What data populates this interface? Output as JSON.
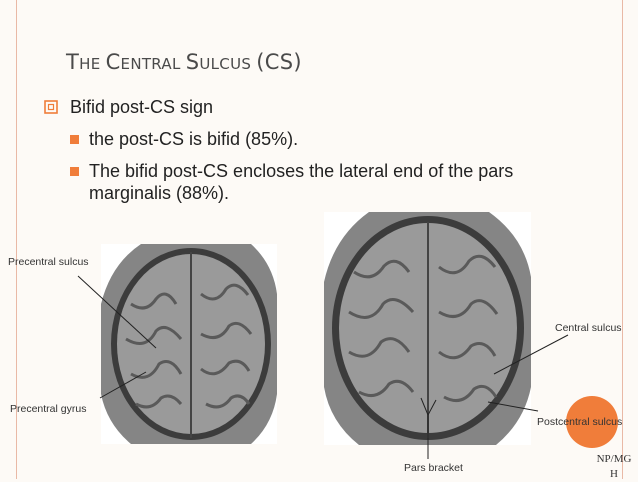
{
  "slide": {
    "title_parts": [
      {
        "text": "T",
        "small": false
      },
      {
        "text": "HE ",
        "small": true
      },
      {
        "text": "C",
        "small": false
      },
      {
        "text": "ENTRAL ",
        "small": true
      },
      {
        "text": "S",
        "small": false
      },
      {
        "text": "ULCUS ",
        "small": true
      },
      {
        "text": "(CS)",
        "small": false
      }
    ],
    "bullets": {
      "level1": "Bifid post-CS sign",
      "level2_a": "the post-CS is bifid (85%).",
      "level2_b": "The bifid post-CS encloses the lateral end of the pars marginalis (88%)."
    },
    "labels": {
      "precentral_sulcus": "Precentral sulcus",
      "precentral_gyrus": "Precentral gyrus",
      "central_sulcus": "Central sulcus",
      "postcentral_sulcus": "Postcentral sulcus",
      "pars_bracket": "Pars bracket"
    },
    "watermark": "NP/MGH",
    "colors": {
      "accent": "#f07d3a",
      "rule": "#e9b9a6",
      "bullet": "#f07d3a"
    },
    "icons": {
      "level1_bullet": "hollow-square-bullet-icon",
      "level2_bullet": "filled-square-bullet-icon"
    }
  }
}
